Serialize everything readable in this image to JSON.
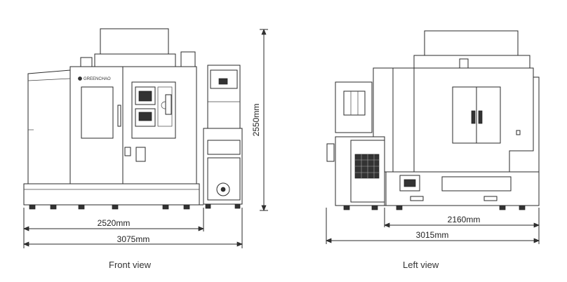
{
  "front": {
    "caption": "Front view",
    "width_inner": "2520mm",
    "width_outer": "3075mm",
    "height": "2550mm",
    "brand": "GREENCHAO"
  },
  "left": {
    "caption": "Left view",
    "depth_inner": "2160mm",
    "depth_outer": "3015mm"
  },
  "icons": {
    "pump": "pump-icon",
    "warning": "warning-label-icon"
  }
}
